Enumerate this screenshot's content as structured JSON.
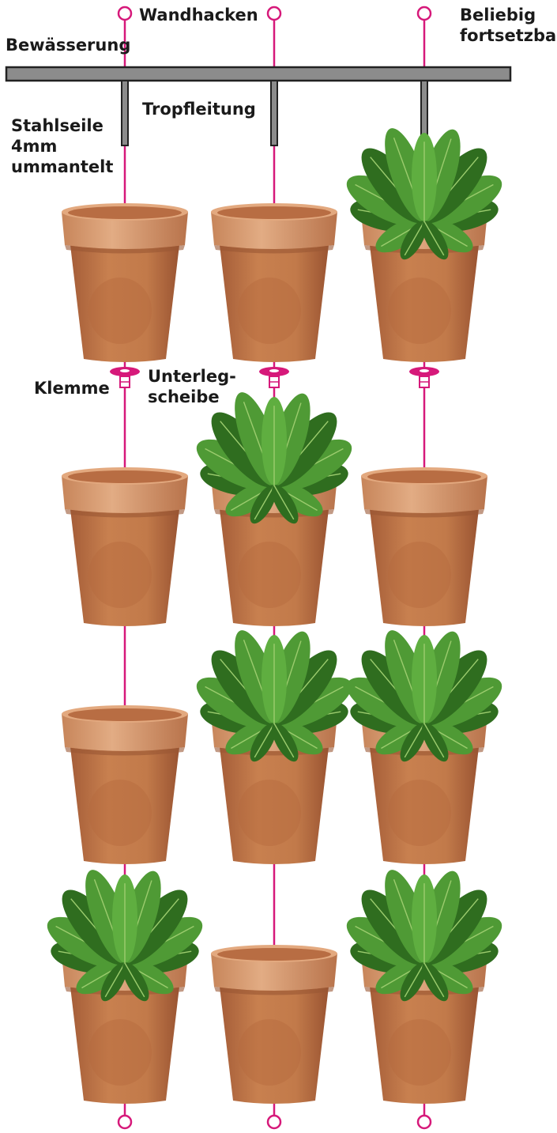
{
  "labels": {
    "wandhacken": "Wandhacken",
    "beliebig": "Beliebig\nfortsetzbar",
    "bewaesserung": "Bewässerung",
    "tropfleitung": "Tropfleitung",
    "stahlseile": "Stahlseile\n4mm\nummantelt",
    "klemme": "Klemme",
    "unterlegscheibe": "Unterleg-\nscheibe"
  },
  "colors": {
    "cable": "#d6197a",
    "pipe_fill": "#8c8c8c",
    "pipe_stroke": "#222222",
    "pot_main": "#c47a4e",
    "pot_rim": "#d89a70",
    "pot_shadow": "#9a5634",
    "leaf": "#4f9a35",
    "leaf_dark": "#2f6d1f",
    "text": "#1a1a1a"
  },
  "icons": {
    "wall_hook": "ring-hook-icon",
    "clamp": "clamp-icon",
    "washer": "washer-icon",
    "plant": "lettuce-plant-icon",
    "pot": "terracotta-pot-icon"
  },
  "grid": {
    "columns": 3,
    "rows": 4,
    "planted": [
      [
        0,
        0,
        1
      ],
      [
        0,
        1,
        0
      ],
      [
        0,
        1,
        1
      ],
      [
        1,
        0,
        1
      ]
    ]
  }
}
